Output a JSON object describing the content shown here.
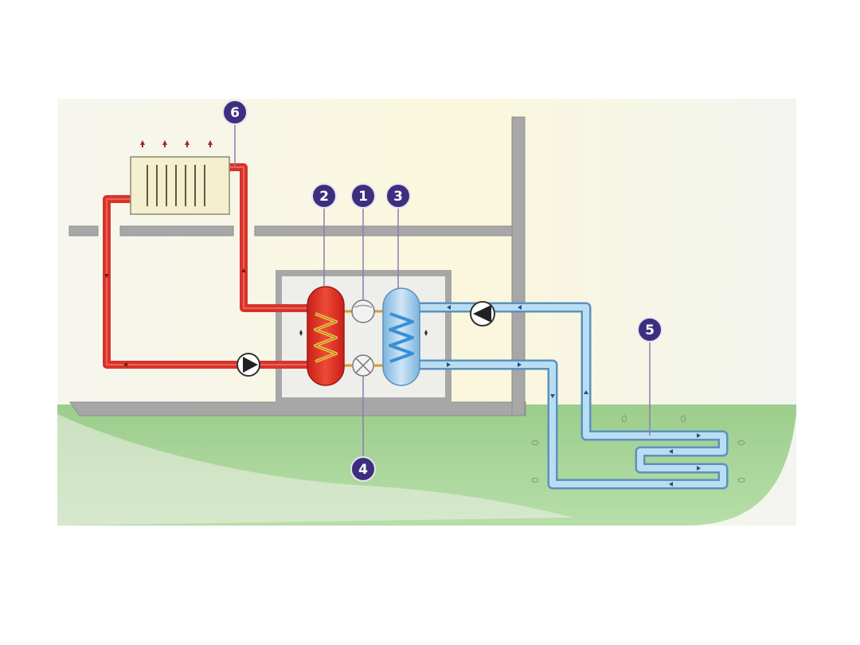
{
  "diagram": {
    "callouts": {
      "c1": "1",
      "c2": "2",
      "c3": "3",
      "c4": "4",
      "c5": "5",
      "c6": "6"
    },
    "colors": {
      "hot_pipe": "#d8332b",
      "cold_pipe": "#8fc3e4",
      "ground": "#a9d69b",
      "building_wall": "#a7a7a7",
      "callout_fill": "#3d2f7e",
      "radiator": "#f3efcf"
    },
    "icons": [
      "radiator-icon",
      "pump-icon",
      "compressor-icon",
      "expansion-valve-icon",
      "condenser-tank-icon",
      "evaporator-tank-icon",
      "ground-loop-icon"
    ]
  }
}
